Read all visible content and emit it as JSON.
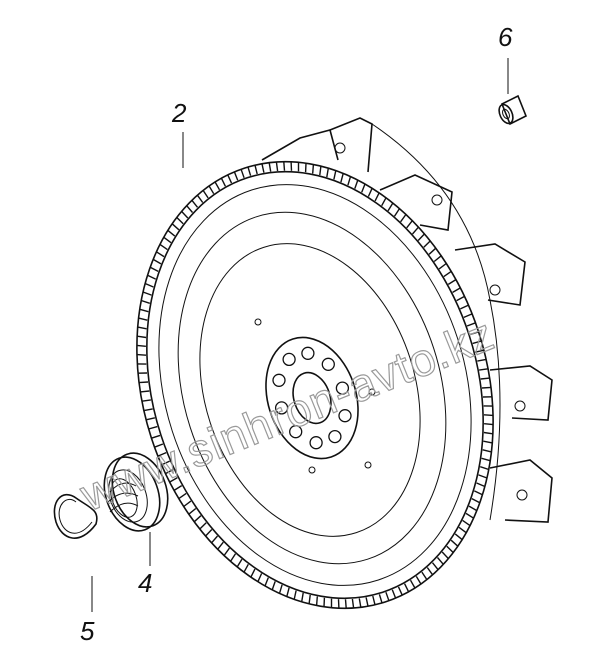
{
  "callouts": {
    "part_2": "2",
    "part_4": "4",
    "part_5": "5",
    "part_6": "6"
  },
  "watermark": "www.sinhron-avto.kz",
  "colors": {
    "ink": "#111111",
    "watermark": "#9a9a9a",
    "background": "#ffffff"
  }
}
